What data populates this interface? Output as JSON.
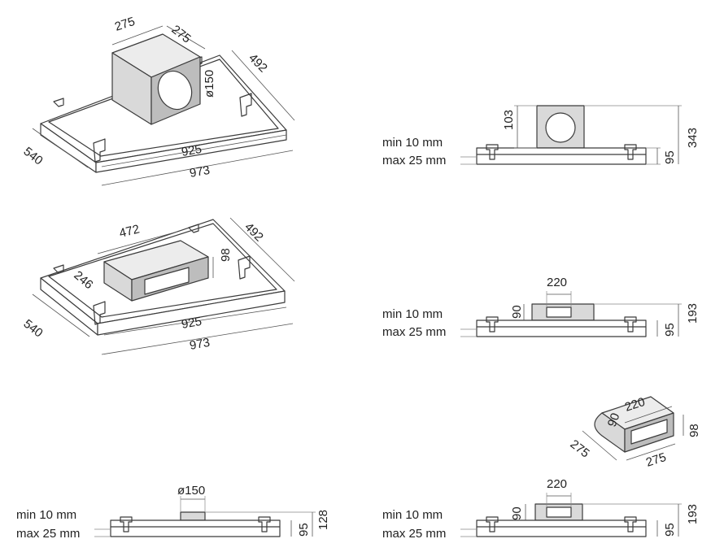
{
  "labels": {
    "v1_top_w": "275",
    "v1_top_d": "275",
    "v1_depth": "492",
    "v1_dia": "ø150",
    "v1_width": "540",
    "v1_len_inner": "925",
    "v1_len_outer": "973",
    "v2_len": "472",
    "v2_depth": "492",
    "v2_h": "98",
    "v2_w": "246",
    "v2_width": "540",
    "v2_len_inner": "925",
    "v2_len_outer": "973",
    "s1_h": "103",
    "s1_total": "343",
    "s1_body": "95",
    "s1_min": "min 10 mm",
    "s1_max": "max 25 mm",
    "s2_w": "220",
    "s2_h": "90",
    "s2_body": "95",
    "s2_total": "193",
    "s2_min": "min 10 mm",
    "s2_max": "max 25 mm",
    "a_w": "220",
    "a_h": "90",
    "a_d": "275",
    "a_l": "275",
    "a_v": "98",
    "s3_dia": "ø150",
    "s3_body": "95",
    "s3_total": "128",
    "s3_min": "min 10 mm",
    "s3_max": "max 25 mm",
    "s4_w": "220",
    "s4_h": "90",
    "s4_body": "95",
    "s4_total": "193",
    "s4_min": "min 10 mm",
    "s4_max": "max 25 mm"
  }
}
